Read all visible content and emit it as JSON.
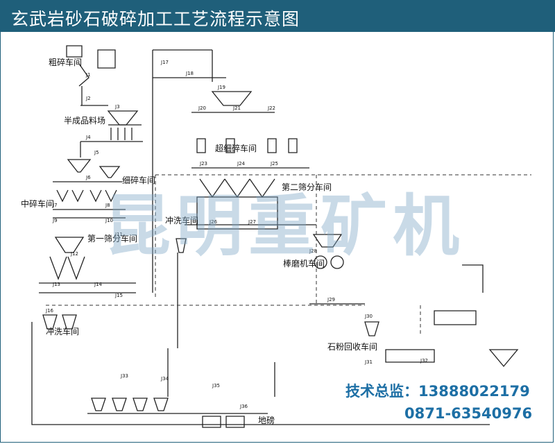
{
  "header": {
    "title": "玄武岩砂石破碎加工工艺流程示意图",
    "bg_color": "#1f5f7a",
    "text_color": "#ffffff"
  },
  "diagram": {
    "stations": {
      "coarse": "粗碎车间",
      "semi_yard": "半成品料场",
      "medium": "中碎车间",
      "fine": "细碎车间",
      "screen1": "第一筛分车间",
      "wash_left": "冲洗车间",
      "ultra_fine": "超细碎车间",
      "screen2": "第二筛分车间",
      "wash_mid": "冲洗车间",
      "rod_mill": "棒磨机车间",
      "stone_powder": "石粉回收车间",
      "ground_scale": "地磅"
    },
    "belt_labels": [
      "J1",
      "J2",
      "J3",
      "J4",
      "J5",
      "J6",
      "J7",
      "J8",
      "J9",
      "J10",
      "J11",
      "J12",
      "J13",
      "J14",
      "J15",
      "J16",
      "J17",
      "J18",
      "J19",
      "J20",
      "J21",
      "J22",
      "J23",
      "J24",
      "J25",
      "J26",
      "J27",
      "J28",
      "J29",
      "J30",
      "J31",
      "J32",
      "J33",
      "J34",
      "J35",
      "J36"
    ]
  },
  "watermark": "昆明重矿机",
  "contact": {
    "tech": "技术总监：13888022179",
    "phone": "0871-63540976",
    "color": "#1d6fa5"
  }
}
